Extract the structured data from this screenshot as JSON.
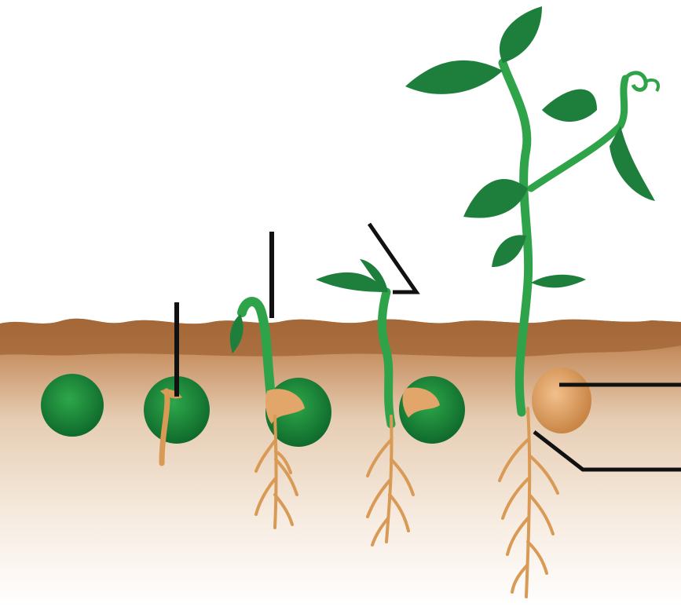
{
  "diagram": {
    "stages": [
      "seed",
      "radicle",
      "hypocotyl-hook",
      "cotyledons-emerging",
      "young-plant"
    ],
    "labels": [
      {
        "id": "radicle-label",
        "text": ""
      },
      {
        "id": "hypocotyl-label",
        "text": ""
      },
      {
        "id": "epicotyl-label",
        "text": ""
      },
      {
        "id": "cotyledon-label",
        "text": ""
      },
      {
        "id": "root-label",
        "text": ""
      }
    ]
  },
  "colors": {
    "soil_top": "#9a5c2a",
    "soil_mid": "#c9a07a",
    "soil_low": "#f3e7da",
    "seed": "#1f8a3a",
    "seed_dark": "#11632a",
    "stem": "#2fa34a",
    "leaf": "#1e7f3c",
    "root": "#d89a55",
    "cotyledon": "#e3a66a",
    "line": "#111111"
  }
}
